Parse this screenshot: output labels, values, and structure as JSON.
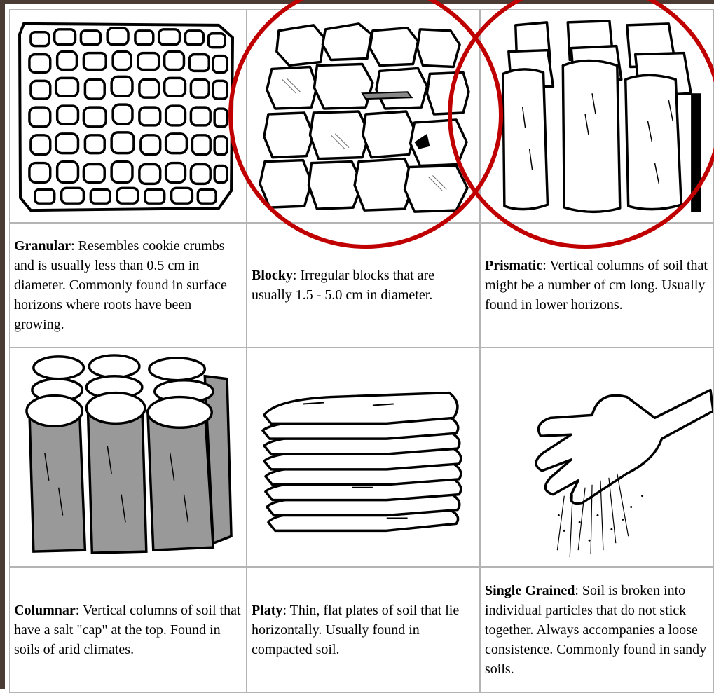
{
  "soil_structures": [
    {
      "name": "Granular",
      "description": ": Resembles cookie crumbs and is usually less than 0.5 cm in diameter. Commonly found in surface horizons where roots have been growing."
    },
    {
      "name": "Blocky",
      "description": ": Irregular blocks that are usually 1.5 - 5.0 cm in diameter."
    },
    {
      "name": "Prismatic",
      "description": ": Vertical columns of soil that might be a number of cm long. Usually found in lower horizons."
    },
    {
      "name": "Columnar",
      "description": ": Vertical columns of soil that have a salt \"cap\" at the top. Found in soils of arid climates."
    },
    {
      "name": "Platy",
      "description": ": Thin, flat plates of soil that lie horizontally. Usually found in compacted soil."
    },
    {
      "name": "Single Grained",
      "description": ": Soil is broken into individual particles that do not stick together. Always accompanies a loose consistence. Commonly found in sandy soils."
    }
  ],
  "colors": {
    "frame": "#4a3b35",
    "grid_border": "#b4b4b4",
    "highlight_circle": "#c00000",
    "column_fill": "#999999"
  },
  "highlighted": [
    "Blocky",
    "Prismatic"
  ]
}
